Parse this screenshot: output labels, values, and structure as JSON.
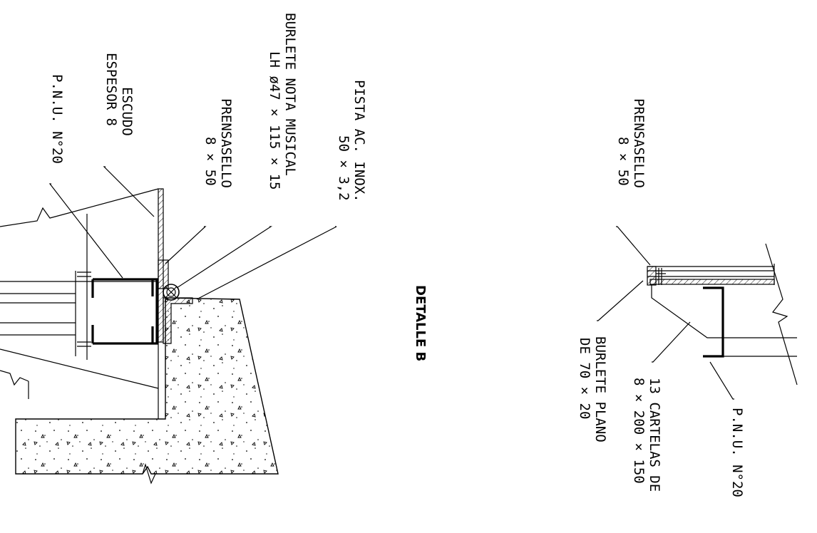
{
  "title": "DETALLE B",
  "left_detail": {
    "labels": {
      "pista": [
        "PISTA AC. INOX.",
        "50 × 3,2"
      ],
      "burlete_nota": [
        "BURLETE NOTA MUSICAL",
        "LH ø47 × 115 × 15"
      ],
      "prensasello": [
        "PRENSASELLO",
        "8 × 50"
      ],
      "escudo": [
        "ESCUDO",
        "ESPESOR 8"
      ],
      "pnu": [
        "P.N.U. N°20"
      ]
    }
  },
  "right_detail": {
    "labels": {
      "prensasello": [
        "PRENSASELLO",
        "8 × 50"
      ],
      "burlete_plano": [
        "BURLETE PLANO",
        "DE 70 × 20"
      ],
      "cartelas": [
        "13 CARTELAS DE",
        "8 × 200 × 150"
      ],
      "pnu": [
        "P.N.U. N°20"
      ]
    }
  }
}
